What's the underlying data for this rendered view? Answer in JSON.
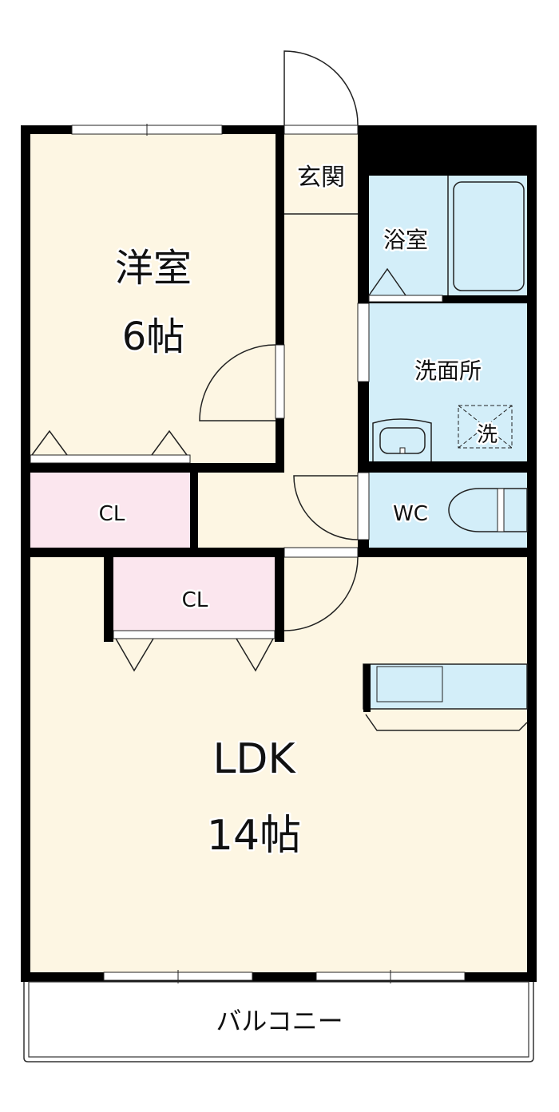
{
  "plan": {
    "rooms": {
      "western_room": {
        "name": "洋室",
        "size": "6帖"
      },
      "closet_1": {
        "name": "CL"
      },
      "closet_2": {
        "name": "CL"
      },
      "entrance": {
        "name": "玄関"
      },
      "bathroom": {
        "name": "浴室"
      },
      "washroom": {
        "name": "洗面所"
      },
      "washer": {
        "name": "洗"
      },
      "toilet": {
        "name": "WC"
      },
      "ldk": {
        "name": "LDK",
        "size": "14帖"
      },
      "balcony": {
        "name": "バルコニー"
      }
    },
    "colors": {
      "floor": "#fdf6e3",
      "closet": "#fbe6ee",
      "wet": "#d3eef9",
      "wall": "#000000"
    }
  }
}
